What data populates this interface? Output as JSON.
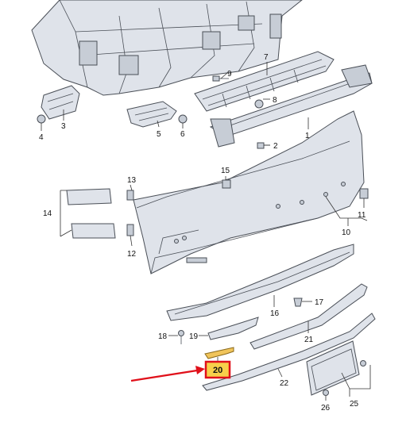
{
  "colors": {
    "highlight_box": "#e0101a",
    "highlight_fill": "#f7d04a",
    "arrow": "#e0101a",
    "part_fill": "#dfe3ea",
    "outline": "#4a4f57"
  },
  "labels": [
    {
      "id": "1",
      "text": "1"
    },
    {
      "id": "2",
      "text": "2"
    },
    {
      "id": "3",
      "text": "3"
    },
    {
      "id": "4",
      "text": "4"
    },
    {
      "id": "5",
      "text": "5"
    },
    {
      "id": "6",
      "text": "6"
    },
    {
      "id": "7",
      "text": "7"
    },
    {
      "id": "8",
      "text": "8"
    },
    {
      "id": "9",
      "text": "9"
    },
    {
      "id": "10",
      "text": "10"
    },
    {
      "id": "11",
      "text": "11"
    },
    {
      "id": "12",
      "text": "12"
    },
    {
      "id": "13",
      "text": "13"
    },
    {
      "id": "14",
      "text": "14"
    },
    {
      "id": "15",
      "text": "15"
    },
    {
      "id": "16",
      "text": "16"
    },
    {
      "id": "17",
      "text": "17"
    },
    {
      "id": "18",
      "text": "18"
    },
    {
      "id": "19",
      "text": "19"
    },
    {
      "id": "20",
      "text": "20"
    },
    {
      "id": "21",
      "text": "21"
    },
    {
      "id": "22",
      "text": "22"
    },
    {
      "id": "25",
      "text": "25"
    },
    {
      "id": "26",
      "text": "26"
    }
  ],
  "highlighted_part": "20"
}
